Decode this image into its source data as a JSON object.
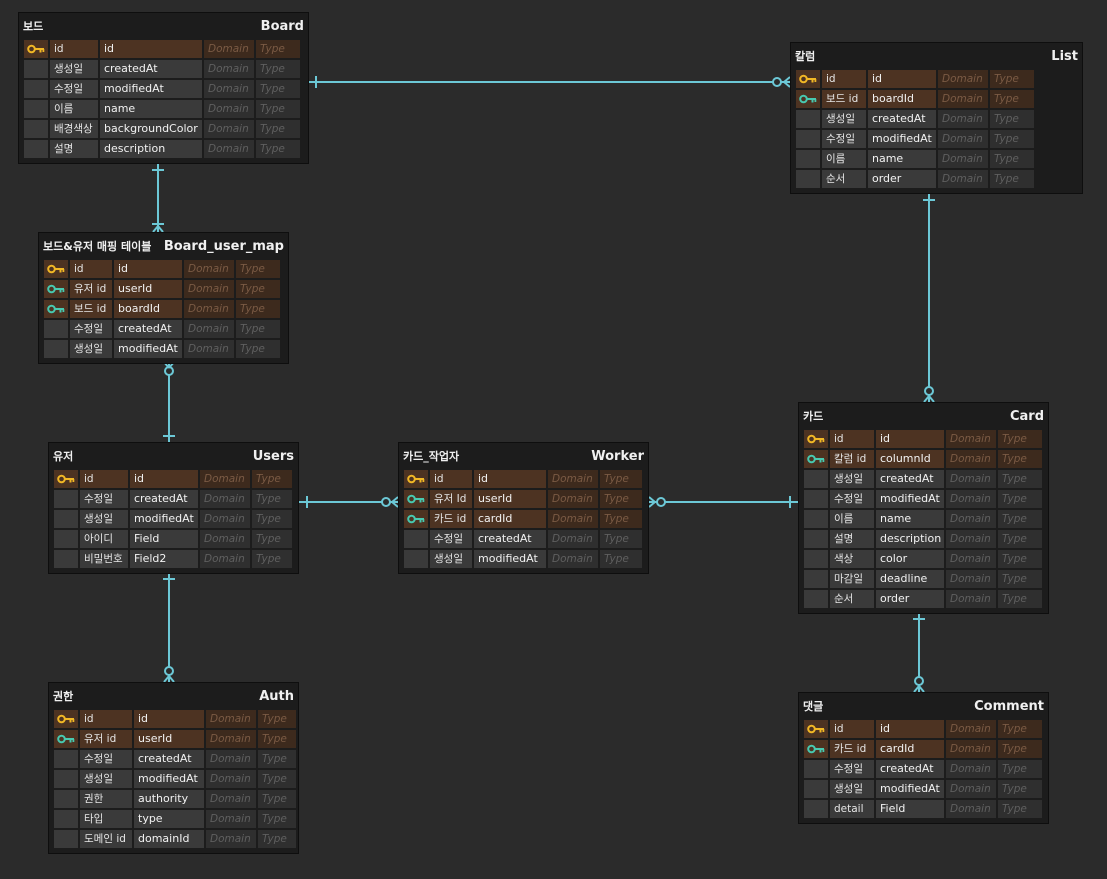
{
  "colors": {
    "connector": "#6cc8d6",
    "pk": "#f2b825",
    "fk": "#48c9b0"
  },
  "placeholders": {
    "domain": "Domain",
    "type": "Type"
  },
  "entities": {
    "board": {
      "logical": "보드",
      "physical": "Board",
      "rows": [
        {
          "key": "pk",
          "logical": "id",
          "physical": "id"
        },
        {
          "key": "",
          "logical": "생성일",
          "physical": "createdAt"
        },
        {
          "key": "",
          "logical": "수정일",
          "physical": "modifiedAt"
        },
        {
          "key": "",
          "logical": "이름",
          "physical": "name"
        },
        {
          "key": "",
          "logical": "배경색상",
          "physical": "backgroundColor"
        },
        {
          "key": "",
          "logical": "설명",
          "physical": "description"
        }
      ]
    },
    "list": {
      "logical": "칼럼",
      "physical": "List",
      "rows": [
        {
          "key": "pk",
          "logical": "id",
          "physical": "id"
        },
        {
          "key": "fk",
          "logical": "보드 id",
          "physical": "boardId"
        },
        {
          "key": "",
          "logical": "생성일",
          "physical": "createdAt"
        },
        {
          "key": "",
          "logical": "수정일",
          "physical": "modifiedAt"
        },
        {
          "key": "",
          "logical": "이름",
          "physical": "name"
        },
        {
          "key": "",
          "logical": "순서",
          "physical": "order"
        }
      ]
    },
    "board_user_map": {
      "logical": "보드&유저 매핑 테이블",
      "physical": "Board_user_map",
      "rows": [
        {
          "key": "pk",
          "logical": "id",
          "physical": "id"
        },
        {
          "key": "fk",
          "logical": "유저 id",
          "physical": "userId"
        },
        {
          "key": "fk",
          "logical": "보드 id",
          "physical": "boardId"
        },
        {
          "key": "",
          "logical": "수정일",
          "physical": "createdAt"
        },
        {
          "key": "",
          "logical": "생성일",
          "physical": "modifiedAt"
        }
      ]
    },
    "users": {
      "logical": "유저",
      "physical": "Users",
      "rows": [
        {
          "key": "pk",
          "logical": "id",
          "physical": "id"
        },
        {
          "key": "",
          "logical": "수정일",
          "physical": "createdAt"
        },
        {
          "key": "",
          "logical": "생성일",
          "physical": "modifiedAt"
        },
        {
          "key": "",
          "logical": "아이디",
          "physical": "Field"
        },
        {
          "key": "",
          "logical": "비밀번호",
          "physical": "Field2"
        }
      ]
    },
    "worker": {
      "logical": "카드_작업자",
      "physical": "Worker",
      "rows": [
        {
          "key": "pk",
          "logical": "id",
          "physical": "id"
        },
        {
          "key": "fk",
          "logical": "유저 Id",
          "physical": "userId"
        },
        {
          "key": "fk",
          "logical": "카드 id",
          "physical": "cardId"
        },
        {
          "key": "",
          "logical": "수정일",
          "physical": "createdAt"
        },
        {
          "key": "",
          "logical": "생성일",
          "physical": "modifiedAt"
        }
      ]
    },
    "card": {
      "logical": "카드",
      "physical": "Card",
      "rows": [
        {
          "key": "pk",
          "logical": "id",
          "physical": "id"
        },
        {
          "key": "fk",
          "logical": "칼럼 id",
          "physical": "columnId"
        },
        {
          "key": "",
          "logical": "생성일",
          "physical": "createdAt"
        },
        {
          "key": "",
          "logical": "수정일",
          "physical": "modifiedAt"
        },
        {
          "key": "",
          "logical": "이름",
          "physical": "name"
        },
        {
          "key": "",
          "logical": "설명",
          "physical": "description"
        },
        {
          "key": "",
          "logical": "색상",
          "physical": "color"
        },
        {
          "key": "",
          "logical": "마감일",
          "physical": "deadline"
        },
        {
          "key": "",
          "logical": "순서",
          "physical": "order"
        }
      ]
    },
    "auth": {
      "logical": "권한",
      "physical": "Auth",
      "rows": [
        {
          "key": "pk",
          "logical": "id",
          "physical": "id"
        },
        {
          "key": "fk",
          "logical": "유저 id",
          "physical": "userId"
        },
        {
          "key": "",
          "logical": "수정일",
          "physical": "createdAt"
        },
        {
          "key": "",
          "logical": "생성일",
          "physical": "modifiedAt"
        },
        {
          "key": "",
          "logical": "권한",
          "physical": "authority"
        },
        {
          "key": "",
          "logical": "타입",
          "physical": "type"
        },
        {
          "key": "",
          "logical": "도메인 id",
          "physical": "domainId"
        }
      ]
    },
    "comment": {
      "logical": "댓글",
      "physical": "Comment",
      "rows": [
        {
          "key": "pk",
          "logical": "id",
          "physical": "id"
        },
        {
          "key": "fk",
          "logical": "카드 id",
          "physical": "cardId"
        },
        {
          "key": "",
          "logical": "수정일",
          "physical": "createdAt"
        },
        {
          "key": "",
          "logical": "생성일",
          "physical": "modifiedAt"
        },
        {
          "key": "",
          "logical": "detail",
          "physical": "Field"
        }
      ]
    }
  }
}
